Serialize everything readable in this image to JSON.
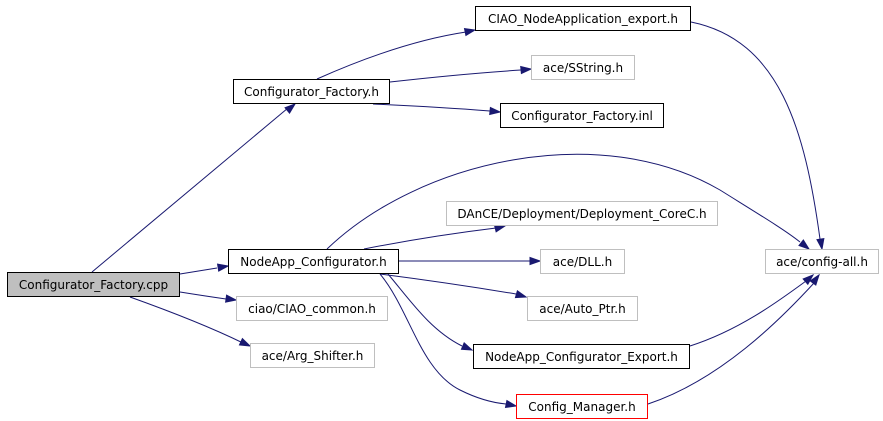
{
  "graph": {
    "nodes": {
      "root": {
        "label": "Configurator_Factory.cpp",
        "style": "root"
      },
      "cfg_factory_h": {
        "label": "Configurator_Factory.h",
        "style": "normal"
      },
      "ciao_nodeapp_export": {
        "label": "CIAO_NodeApplication_export.h",
        "style": "normal"
      },
      "ace_sstring": {
        "label": "ace/SString.h",
        "style": "external"
      },
      "cfg_factory_inl": {
        "label": "Configurator_Factory.inl",
        "style": "normal"
      },
      "nodeapp_configurator": {
        "label": "NodeApp_Configurator.h",
        "style": "normal"
      },
      "dance_corec": {
        "label": "DAnCE/Deployment/Deployment_CoreC.h",
        "style": "external"
      },
      "ace_dll": {
        "label": "ace/DLL.h",
        "style": "external"
      },
      "ace_auto_ptr": {
        "label": "ace/Auto_Ptr.h",
        "style": "external"
      },
      "nodeapp_cfg_export": {
        "label": "NodeApp_Configurator_Export.h",
        "style": "normal"
      },
      "config_manager": {
        "label": "Config_Manager.h",
        "style": "missing"
      },
      "ace_config_all": {
        "label": "ace/config-all.h",
        "style": "external"
      },
      "ciao_common": {
        "label": "ciao/CIAO_common.h",
        "style": "external"
      },
      "ace_arg_shifter": {
        "label": "ace/Arg_Shifter.h",
        "style": "external"
      }
    },
    "edges": [
      {
        "from": "root",
        "to": "cfg_factory_h"
      },
      {
        "from": "root",
        "to": "nodeapp_configurator"
      },
      {
        "from": "root",
        "to": "ciao_common"
      },
      {
        "from": "root",
        "to": "ace_arg_shifter"
      },
      {
        "from": "cfg_factory_h",
        "to": "ciao_nodeapp_export"
      },
      {
        "from": "cfg_factory_h",
        "to": "ace_sstring"
      },
      {
        "from": "cfg_factory_h",
        "to": "cfg_factory_inl"
      },
      {
        "from": "ciao_nodeapp_export",
        "to": "ace_config_all"
      },
      {
        "from": "nodeapp_configurator",
        "to": "ace_config_all"
      },
      {
        "from": "nodeapp_configurator",
        "to": "dance_corec"
      },
      {
        "from": "nodeapp_configurator",
        "to": "ace_dll"
      },
      {
        "from": "nodeapp_configurator",
        "to": "ace_auto_ptr"
      },
      {
        "from": "nodeapp_configurator",
        "to": "nodeapp_cfg_export"
      },
      {
        "from": "nodeapp_configurator",
        "to": "config_manager"
      },
      {
        "from": "nodeapp_cfg_export",
        "to": "ace_config_all"
      },
      {
        "from": "config_manager",
        "to": "ace_config_all"
      }
    ],
    "colors": {
      "edge": "#191970",
      "node_border": "#000000",
      "external_border": "#bfbfbf",
      "root_fill": "#bfbfbf",
      "missing_border": "#ff0000"
    }
  }
}
